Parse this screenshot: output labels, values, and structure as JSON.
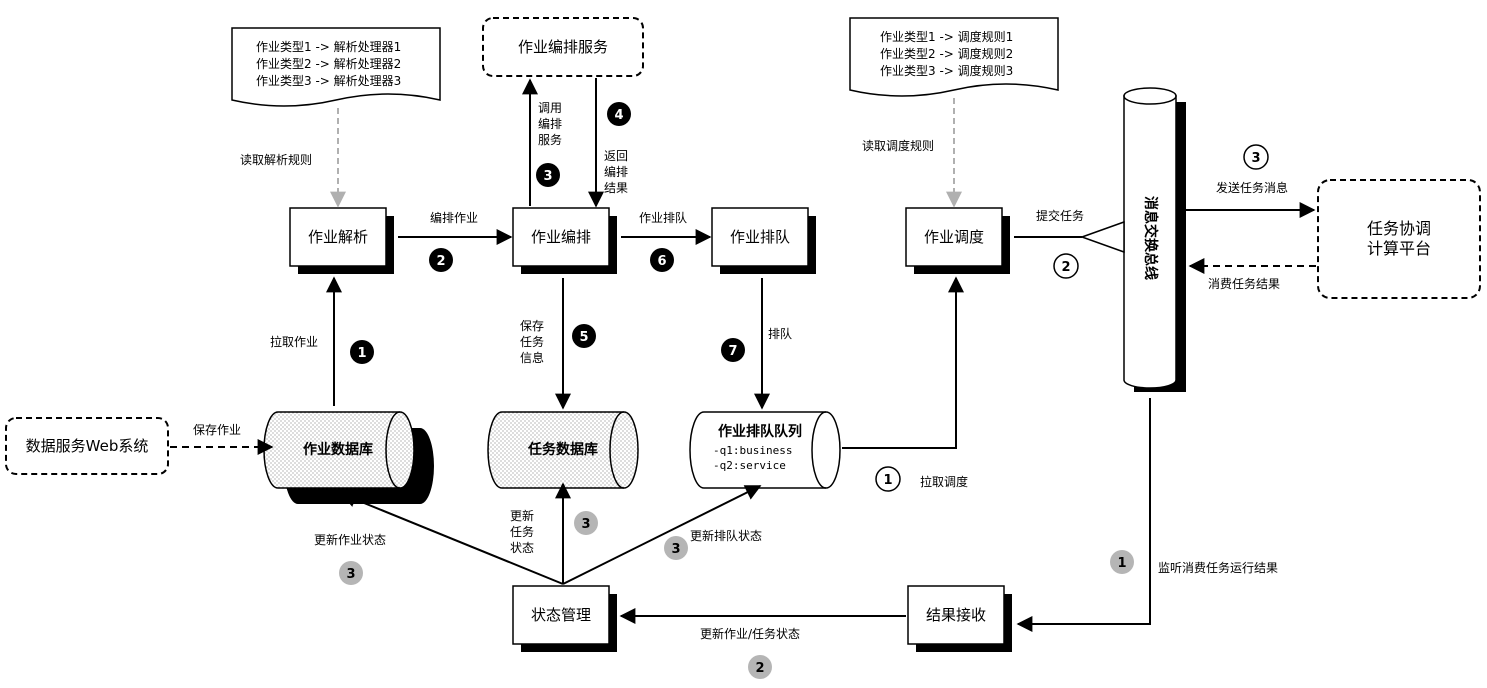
{
  "nodes": {
    "parse": "作业解析",
    "orchestrate": "作业编排",
    "queue": "作业排队",
    "schedule": "作业调度",
    "state_mgmt": "状态管理",
    "result_recv": "结果接收",
    "orch_service": "作业编排服务",
    "web_system": "数据服务Web系统",
    "coord_platform_line1": "任务协调",
    "coord_platform_line2": "计算平台",
    "job_db": "作业数据库",
    "task_db": "任务数据库",
    "job_queue": "作业排队队列",
    "job_queue_q1": "-q1:business",
    "job_queue_q2": "-q2:service",
    "bus": "消息交换总线"
  },
  "docs": {
    "parse_rules": [
      "作业类型1 -> 解析处理器1",
      "作业类型2 -> 解析处理器2",
      "作业类型3 -> 解析处理器3"
    ],
    "schedule_rules": [
      "作业类型1 -> 调度规则1",
      "作业类型2 -> 调度规则2",
      "作业类型3 -> 调度规则3"
    ]
  },
  "edges": {
    "read_parse_rules": "读取解析规则",
    "read_schedule_rules": "读取调度规则",
    "orchestrate_job": "编排作业",
    "queue_job": "作业排队",
    "pull_job": "拉取作业",
    "save_job": "保存作业",
    "call_service": [
      "调用",
      "编排",
      "服务"
    ],
    "return_result": [
      "返回",
      "编排",
      "结果"
    ],
    "save_task": [
      "保存",
      "任务",
      "信息"
    ],
    "enqueue": "排队",
    "pull_schedule": "拉取调度",
    "submit_task": "提交任务",
    "send_task_msg": "发送任务消息",
    "consume_result": "消费任务结果",
    "listen_result": "监听消费任务运行结果",
    "update_job_task_state": "更新作业/任务状态",
    "update_job_state": "更新作业状态",
    "update_task_state": [
      "更新",
      "任务",
      "状态"
    ],
    "update_queue_state": "更新排队状态"
  },
  "badges": [
    "1",
    "2",
    "3",
    "4",
    "5",
    "6",
    "7"
  ],
  "colors": {
    "black": "#000000",
    "gray_badge": "#b5b5b5",
    "gray_dashed": "#b0b0b0",
    "white": "#ffffff"
  }
}
